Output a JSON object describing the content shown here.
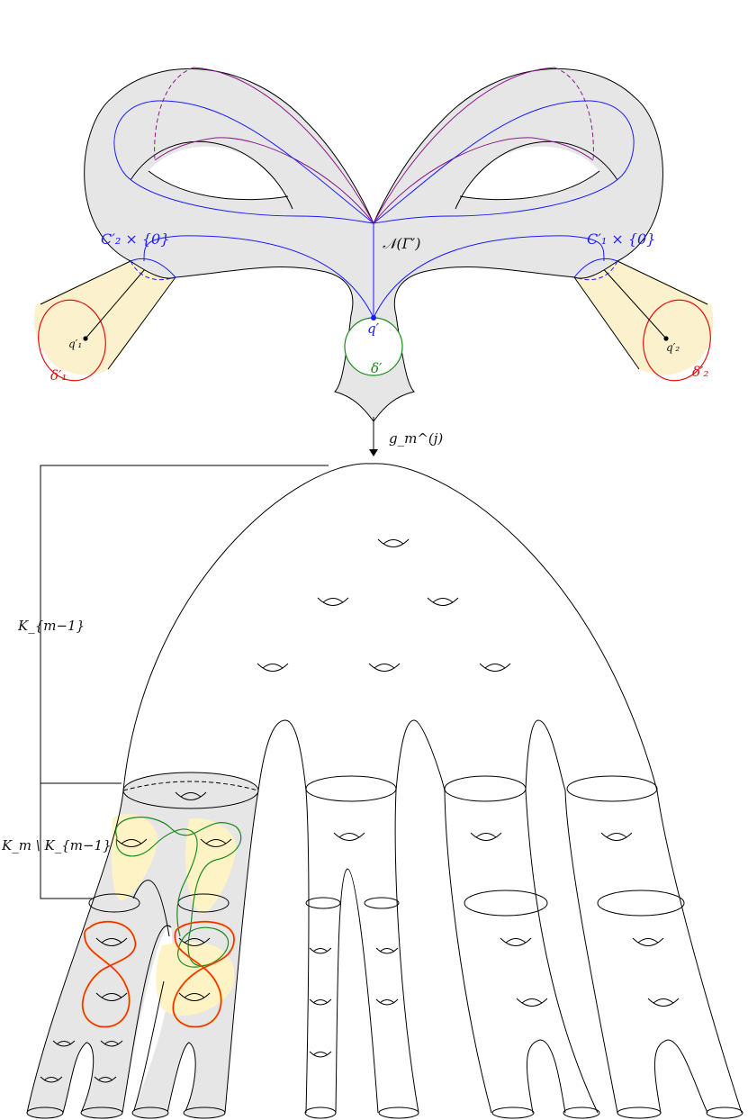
{
  "labels": {
    "c2_times_0": "C′₂ × {0}",
    "c1_times_0": "C′₁ × {0}",
    "neighborhood": "𝒩(Γ′)",
    "q_prime": "q′",
    "q1_prime": "q′₁",
    "q2_prime": "q′₂",
    "delta_prime": "δ′",
    "delta1_prime": "δ′₁",
    "delta2_prime": "δ′₂",
    "map": "g_m^(j)",
    "k_m_minus_1": "K_{m−1}",
    "k_m_minus_k_m_minus_1": "K_m \\ K_{m−1}"
  },
  "colors": {
    "surface_fill": "#e6e6e6",
    "cylinder_fill": "#fbf1cc",
    "blue": "#1a1aff",
    "purple": "#8b1a8b",
    "green": "#1a8a1a",
    "red": "#e01010",
    "orange": "#ff6a00",
    "highlight": "#fdf3c4"
  }
}
